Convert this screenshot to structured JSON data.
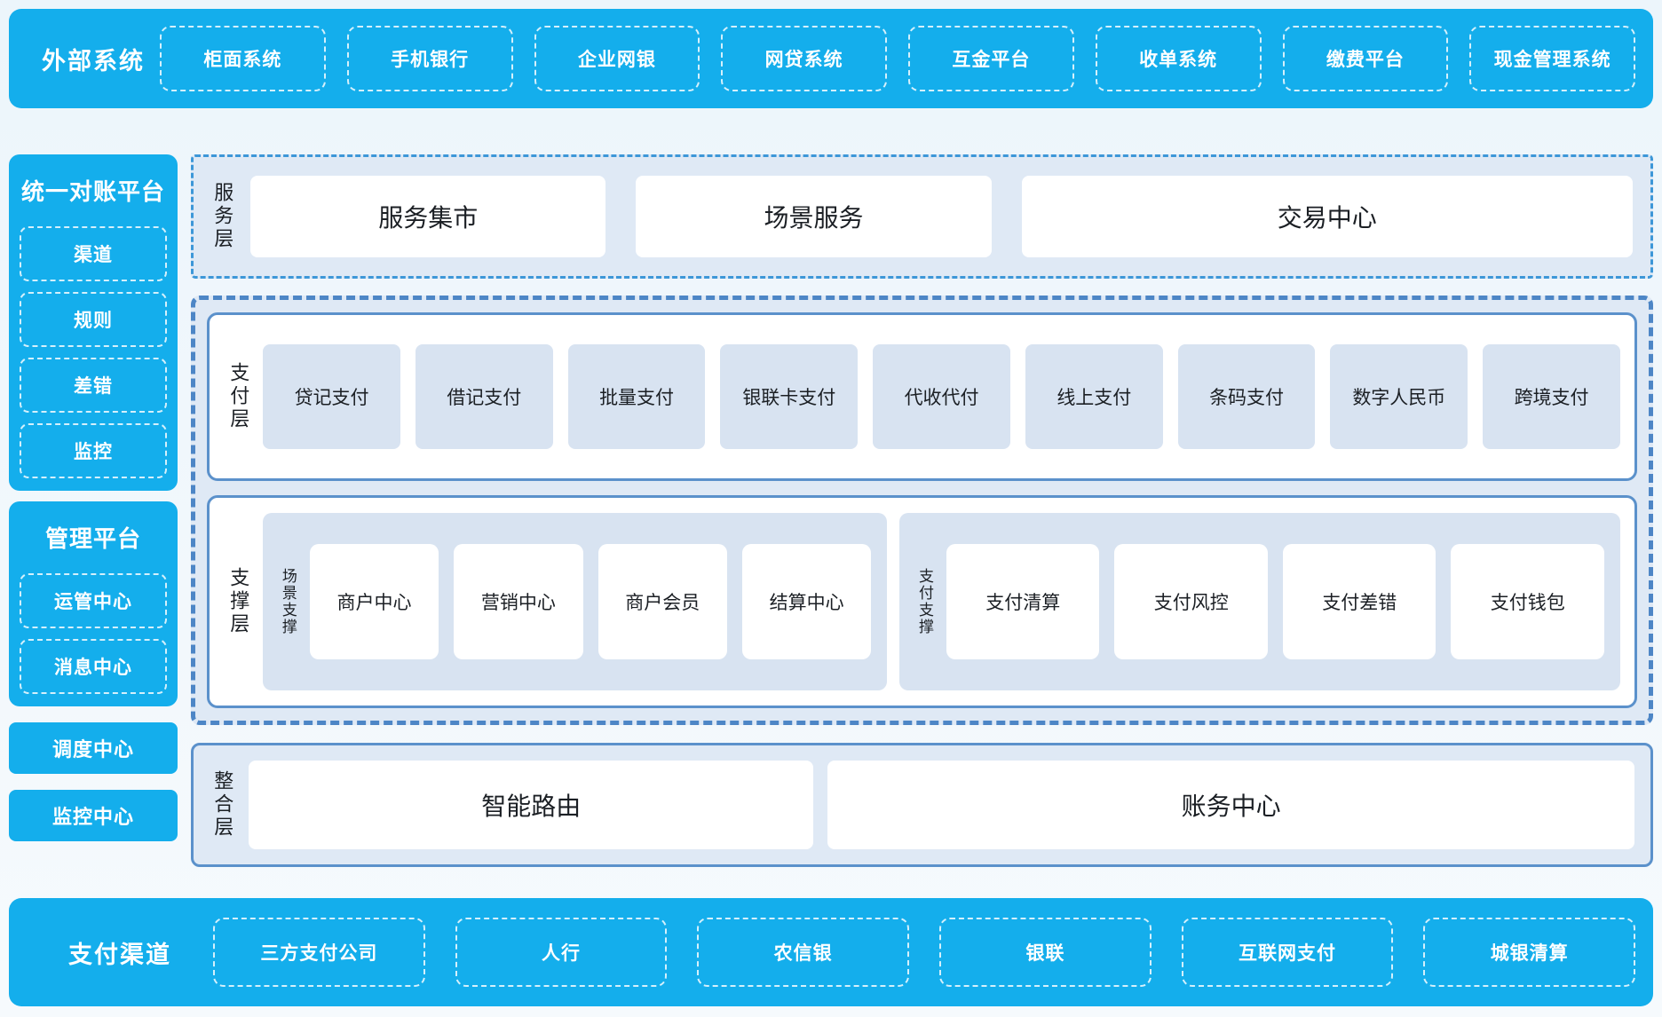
{
  "colors": {
    "accent_blue": "#14aeec",
    "panel_fill": "#dfe9f5",
    "item_fill": "#d8e3f1",
    "solid_border_blue": "#5b91cb",
    "dashed_border_blue": "#4d86c6",
    "text_dark": "#1b1f24",
    "page_background": "#eef6fc"
  },
  "external_systems": {
    "title": "外部系统",
    "items": [
      "柜面系统",
      "手机银行",
      "企业网银",
      "网贷系统",
      "互金平台",
      "收单系统",
      "缴费平台",
      "现金管理系统"
    ]
  },
  "sidebar": {
    "reconciliation": {
      "title": "统一对账平台",
      "items": [
        "渠道",
        "规则",
        "差错",
        "监控"
      ]
    },
    "management": {
      "title": "管理平台",
      "items": [
        "运管中心",
        "消息中心"
      ]
    },
    "dispatch_center": "调度中心",
    "monitor_center": "监控中心"
  },
  "service_layer": {
    "label": "服务层",
    "items": [
      "服务集市",
      "场景服务",
      "交易中心"
    ]
  },
  "payment_layer": {
    "label": "支付层",
    "items": [
      "贷记支付",
      "借记支付",
      "批量支付",
      "银联卡支付",
      "代收代付",
      "线上支付",
      "条码支付",
      "数字人民币",
      "跨境支付"
    ]
  },
  "support_layer": {
    "label": "支撑层",
    "groups": [
      {
        "label": "场景支撑",
        "items": [
          "商户中心",
          "营销中心",
          "商户会员",
          "结算中心"
        ]
      },
      {
        "label": "支付支撑",
        "items": [
          "支付清算",
          "支付风控",
          "支付差错",
          "支付钱包"
        ]
      }
    ]
  },
  "integration_layer": {
    "label": "整合层",
    "items": [
      "智能路由",
      "账务中心"
    ]
  },
  "payment_channels": {
    "title": "支付渠道",
    "items": [
      "三方支付公司",
      "人行",
      "农信银",
      "银联",
      "互联网支付",
      "城银清算"
    ]
  }
}
